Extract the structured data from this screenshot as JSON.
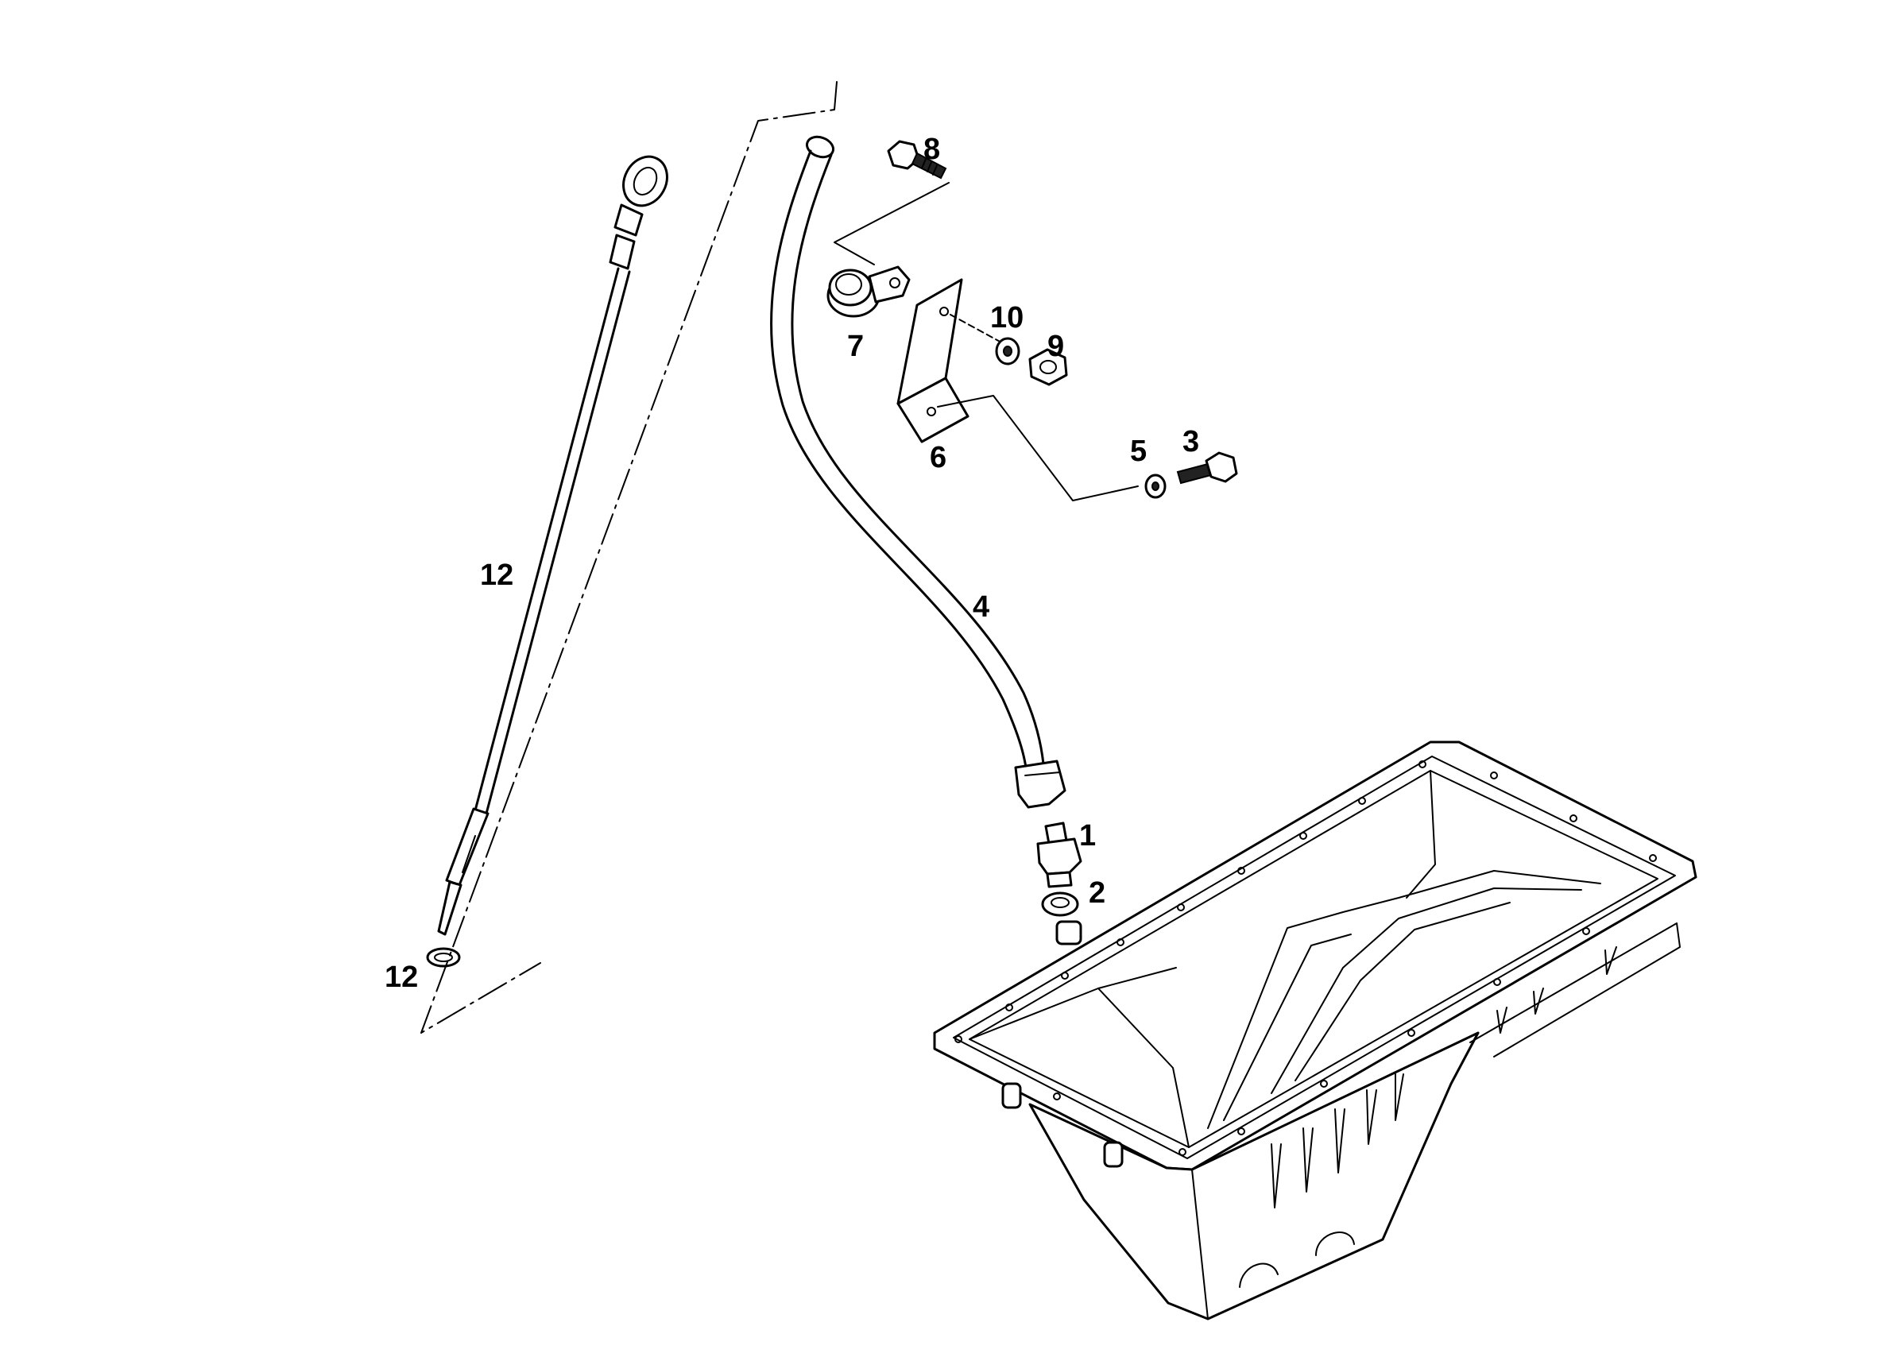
{
  "callouts": [
    {
      "id": "c8",
      "text": "8"
    },
    {
      "id": "c7",
      "text": "7"
    },
    {
      "id": "c10",
      "text": "10"
    },
    {
      "id": "c9",
      "text": "9"
    },
    {
      "id": "c6",
      "text": "6"
    },
    {
      "id": "c5",
      "text": "5"
    },
    {
      "id": "c3",
      "text": "3"
    },
    {
      "id": "c4",
      "text": "4"
    },
    {
      "id": "c12a",
      "text": "12"
    },
    {
      "id": "c12b",
      "text": "12"
    },
    {
      "id": "c1",
      "text": "1"
    },
    {
      "id": "c2",
      "text": "2"
    }
  ]
}
